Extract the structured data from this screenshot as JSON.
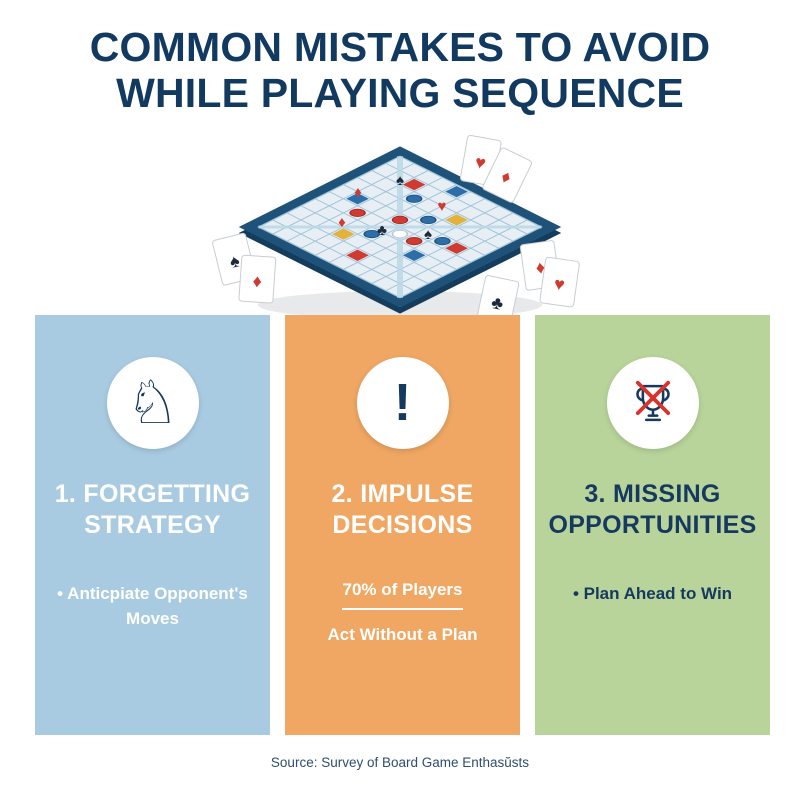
{
  "title": {
    "line1": "COMMON MISTAKES TO AVOID",
    "line2": "WHILE PLAYING SEQUENCE"
  },
  "icons": {
    "knight_glyph": "♘",
    "exclamation_glyph": "!"
  },
  "suits": {
    "spade": "♠",
    "heart": "♥",
    "diamond": "♦",
    "club": "♣"
  },
  "columns": [
    {
      "heading": "1. FORGETTING STRATEGY",
      "bullet": "• Anticpiate Opponent's Moves",
      "icon": "knight-icon",
      "bg_color": "#a9cbe2",
      "text_color": "#ffffff"
    },
    {
      "heading": "2. IMPULSE DECISIONS",
      "stat_underlined": "70% of Players",
      "stat_line2": "Act Without a Plan",
      "icon": "exclamation-icon",
      "bg_color": "#efa763",
      "text_color": "#ffffff"
    },
    {
      "heading": "3. MISSING OPPORTUNITIES",
      "bullet": "• Plan Ahead to Win",
      "icon": "trophy-crossed-icon",
      "bg_color": "#b8d49a",
      "text_color": "#16395f"
    }
  ],
  "footer": {
    "source": "Source: Survey of Board Game Enthasŭsts"
  },
  "colors": {
    "title_navy": "#123a60",
    "accent_red": "#d6342c",
    "board_navy": "#1f5278",
    "board_surface": "#e7eff5"
  }
}
